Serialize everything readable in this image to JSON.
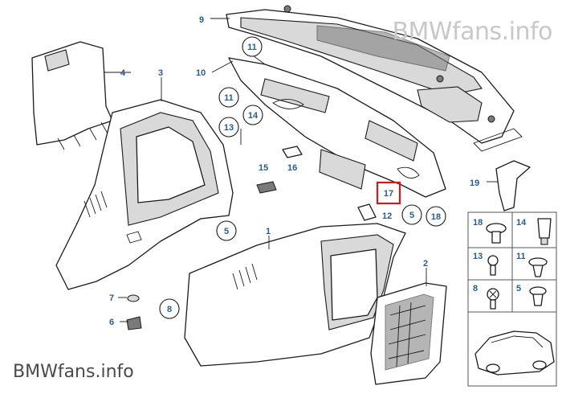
{
  "watermark_top": "BMWfans.info",
  "watermark_bottom": "BMWfans.info",
  "callouts": {
    "c1": "1",
    "c2": "2",
    "c3": "3",
    "c4": "4",
    "c5a": "5",
    "c5b": "5",
    "c6": "6",
    "c7": "7",
    "c8": "8",
    "c9": "9",
    "c10": "10",
    "c11a": "11",
    "c11b": "11",
    "c12": "12",
    "c13": "13",
    "c14": "14",
    "c15": "15",
    "c16": "16",
    "c17": "17",
    "c18": "18",
    "c19": "19"
  },
  "legend": {
    "a": "18",
    "b": "14",
    "c": "13",
    "d": "11",
    "e": "8",
    "f": "5"
  },
  "highlight_color": "#d11a1a",
  "label_color": "#2a5d8f"
}
